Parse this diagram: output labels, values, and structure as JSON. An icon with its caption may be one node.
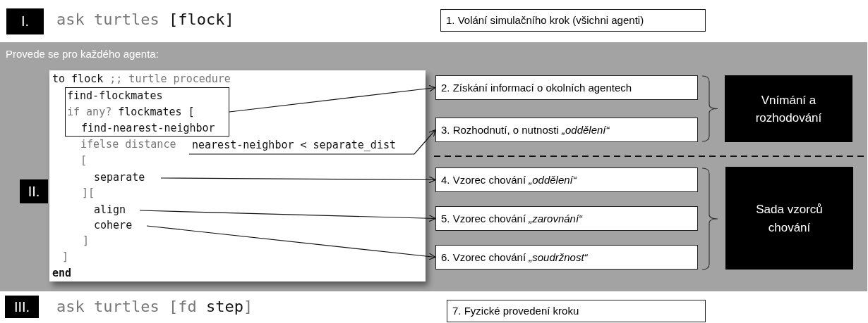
{
  "diagram": {
    "nodes": [
      {
        "text": [
          "I."
        ]
      },
      {
        "text": [
          "ask turtles **[flock]**"
        ]
      },
      {
        "text": [
          "1. Volání simulačního krok (všichni agenti)"
        ]
      },
      {
        "text": [
          "Provede se pro každého agenta:"
        ]
      },
      {
        "text": [
          "II."
        ],
        "in": 3
      },
      {
        "text": [
          "**to flock** ;; turtle procedure",
          "ifelse distance",
          "[",
          "][",
          "]",
          "]",
          "end"
        ],
        "in": 3
      },
      {
        "text": [
          "find-flockmates",
          "if any? **flockmates [**",
          "find-nearest-neighbor"
        ],
        "in": 5
      },
      {
        "text": [
          "nearest-neighbor < separate_dist"
        ],
        "in": 5
      },
      {
        "text": [
          "separate"
        ],
        "in": 5
      },
      {
        "text": [
          "align"
        ],
        "in": 5
      },
      {
        "text": [
          "cohere"
        ],
        "in": 5
      },
      {
        "text": [
          "2. Získání informací o okolních agentech"
        ],
        "in": 3
      },
      {
        "text": [
          "3. Rozhodnutí, o nutnosti *„oddělení“*"
        ],
        "in": 3
      },
      {
        "text": [
          "4. Vzorec chování *„oddělení“*"
        ],
        "in": 3
      },
      {
        "text": [
          "5. Vzorec chování *„zarovnání“*"
        ],
        "in": 3
      },
      {
        "text": [
          "6.  Vzorec chování *„soudržnost“*"
        ],
        "in": 3
      },
      {
        "text": [
          "Vnímání a rozhodování"
        ],
        "in": 3
      },
      {
        "text": [
          "Sada vzorců chování"
        ],
        "in": 3
      },
      {
        "text": [
          "III."
        ]
      },
      {
        "text": [
          "ask turtles [fd **step**]"
        ]
      },
      {
        "text": [
          "7. Fyzické provedení kroku"
        ]
      }
    ],
    "edges": [
      {
        "from": 6,
        "to": 11,
        "arrow": "to"
      },
      {
        "from": 7,
        "to": 12,
        "arrow": "to"
      },
      {
        "from": 8,
        "to": 13,
        "arrow": "to"
      },
      {
        "from": 9,
        "to": 14,
        "arrow": "to"
      },
      {
        "from": 10,
        "to": 15,
        "arrow": "to"
      }
    ]
  }
}
